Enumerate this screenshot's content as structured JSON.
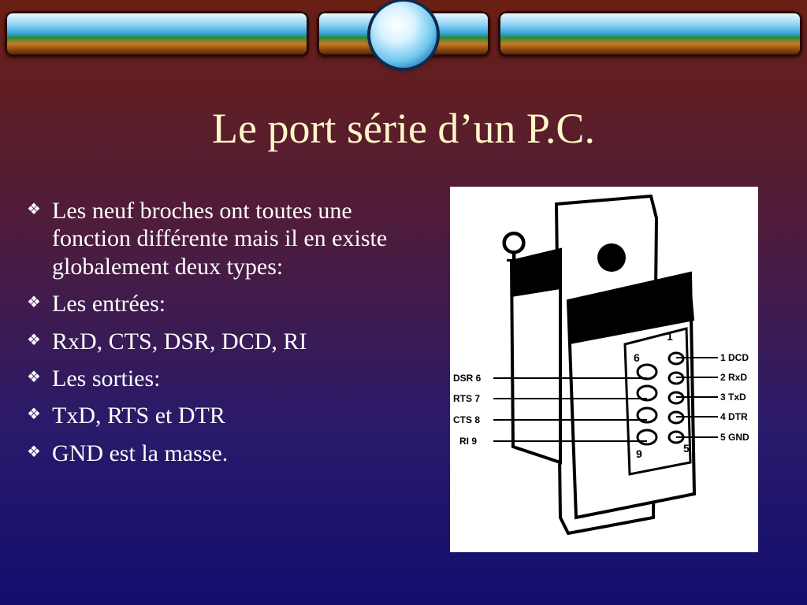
{
  "slide": {
    "title": "Le port série d’un P.C.",
    "bullets": [
      "Les neuf broches ont toutes une fonction différente mais il en existe globalement deux types:",
      "Les entrées:",
      "RxD, CTS, DSR, DCD, RI",
      "Les sorties:",
      "TxD, RTS et DTR",
      "GND est la masse."
    ]
  },
  "figure": {
    "female_symbol": "♀",
    "pin_left": [
      "DSR 6",
      "RTS 7",
      "CTS 8",
      "RI 9"
    ],
    "pin_right": [
      "1 DCD",
      "2 RxD",
      "3 TxD",
      "4 DTR",
      "5 GND"
    ],
    "corner_numbers": [
      "1",
      "6",
      "9",
      "5"
    ]
  }
}
